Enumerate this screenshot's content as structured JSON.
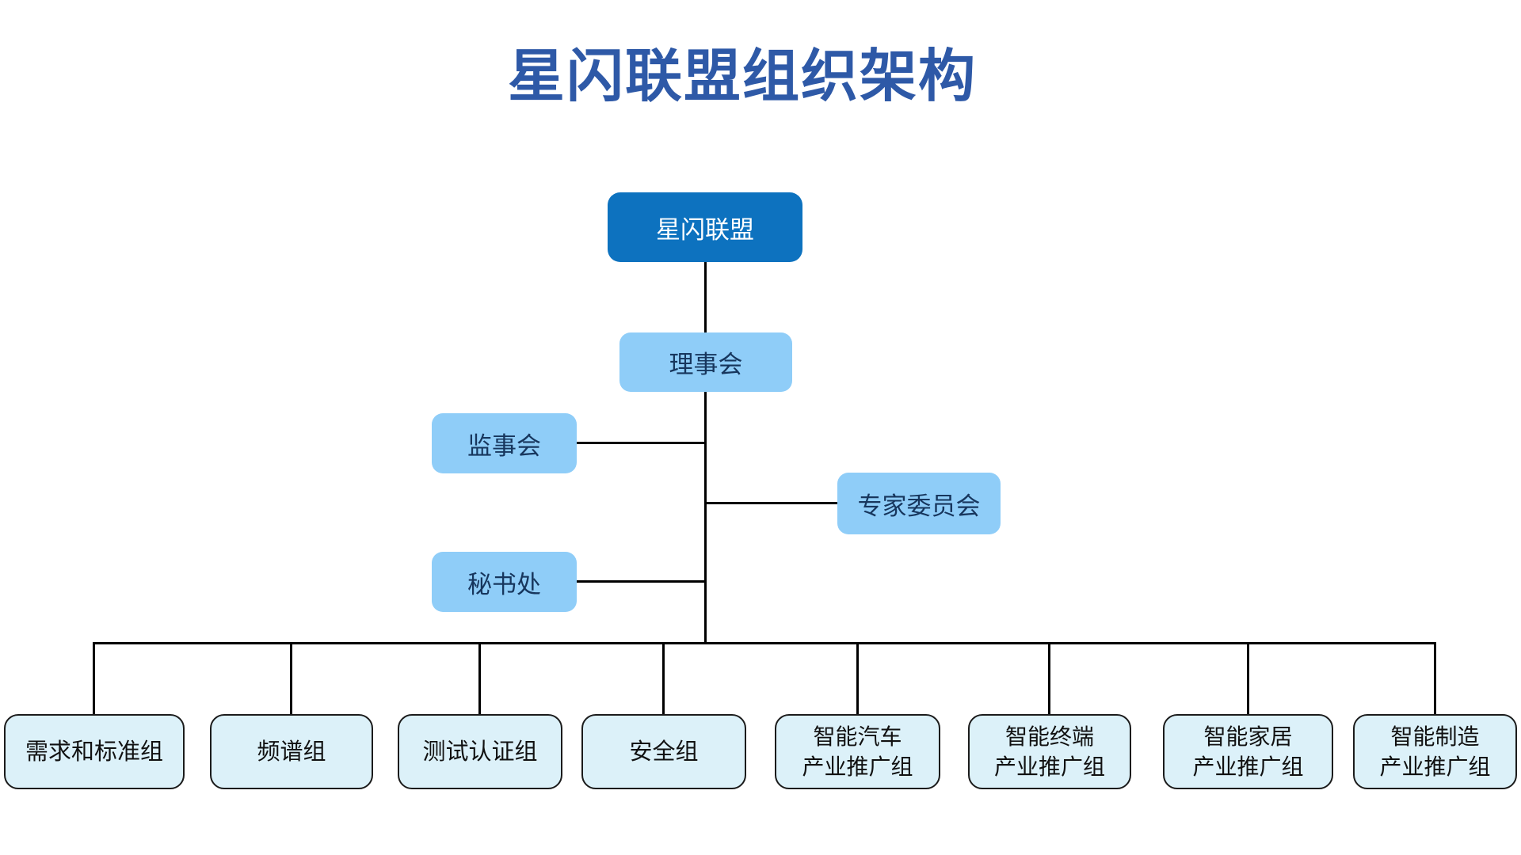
{
  "title": "星闪联盟组织架构",
  "colors": {
    "title_text": "#2E59A7",
    "root_fill": "#0D72BF",
    "root_text": "#FFFFFF",
    "branch_fill": "#8FCDF8",
    "branch_text": "#17365D",
    "leaf_fill": "#DCF1F9",
    "leaf_border": "#1B1B1B",
    "leaf_text": "#111111",
    "connector_line": "#000000"
  },
  "nodes": {
    "root": {
      "label": "星闪联盟"
    },
    "council": {
      "label": "理事会"
    },
    "supervisors": {
      "label": "监事会"
    },
    "experts": {
      "label": "专家委员会"
    },
    "secretariat": {
      "label": "秘书处"
    }
  },
  "groups": [
    {
      "label": "需求和标准组"
    },
    {
      "label": "频谱组"
    },
    {
      "label": "测试认证组"
    },
    {
      "label": "安全组"
    },
    {
      "line1": "智能汽车",
      "line2": "产业推广组"
    },
    {
      "line1": "智能终端",
      "line2": "产业推广组"
    },
    {
      "line1": "智能家居",
      "line2": "产业推广组"
    },
    {
      "line1": "智能制造",
      "line2": "产业推广组"
    }
  ]
}
